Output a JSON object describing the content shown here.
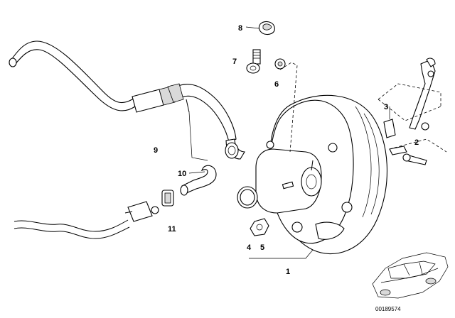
{
  "callouts": {
    "c1": "1",
    "c2": "2",
    "c3": "3",
    "c4": "4",
    "c5": "5",
    "c6": "6",
    "c7": "7",
    "c8": "8",
    "c9": "9",
    "c10": "10",
    "c11": "11"
  },
  "reference_number": "00189574"
}
